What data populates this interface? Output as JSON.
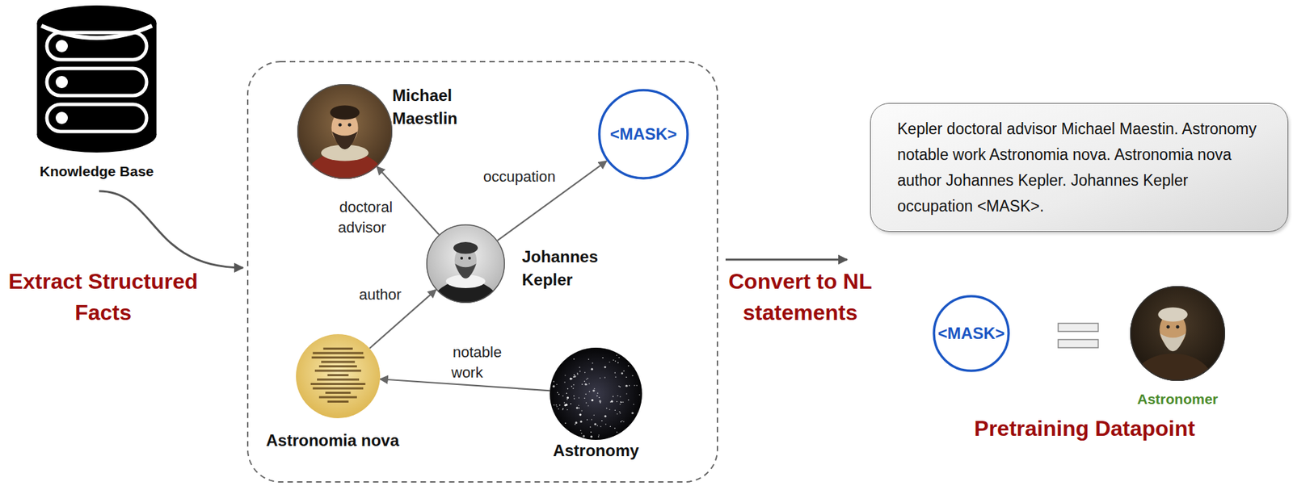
{
  "diagram": {
    "nodes": [
      {
        "text": [
          "Knowledge Base"
        ]
      },
      {
        "text": [
          "Michael Maestlin"
        ]
      },
      {
        "text": [
          "<MASK>"
        ]
      },
      {
        "text": [
          "Johannes Kepler"
        ]
      },
      {
        "text": [
          "Astronomia nova"
        ]
      },
      {
        "text": [
          "Astronomy"
        ]
      },
      {
        "text": [
          "Kepler doctoral advisor Michael Maestin. Astronomy notable work Astronomia nova. Astronomia nova author Johannes Kepler. Johannes Kepler occupation <MASK>."
        ]
      },
      {
        "text": [
          "<MASK>"
        ]
      },
      {
        "text": [
          "Astronomer"
        ]
      }
    ],
    "edges": [
      {
        "from": 3,
        "to": 1,
        "label": "doctoral advisor",
        "arrow": "to"
      },
      {
        "from": 3,
        "to": 2,
        "label": "occupation",
        "arrow": "to"
      },
      {
        "from": 4,
        "to": 3,
        "label": "author",
        "arrow": "to"
      },
      {
        "from": 5,
        "to": 4,
        "label": "notable work",
        "arrow": "to"
      }
    ],
    "labels": [
      "Extract Structured Facts",
      "Convert to NL statements",
      "Pretraining Datapoint"
    ]
  }
}
